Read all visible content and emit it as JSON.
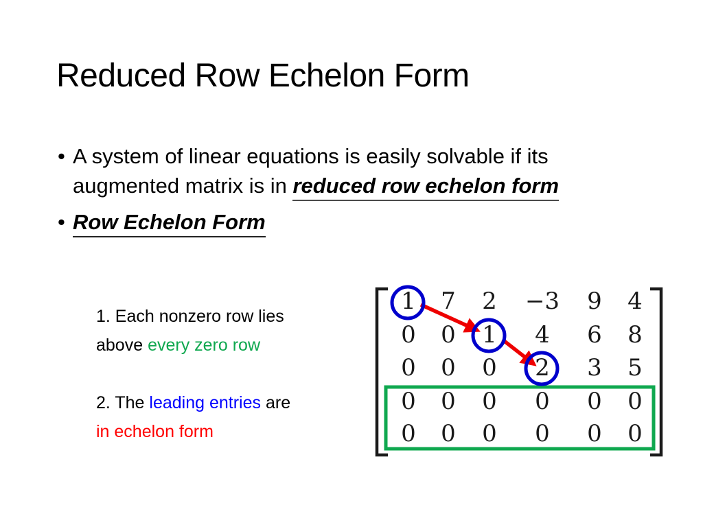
{
  "slide": {
    "title": "Reduced Row Echelon Form",
    "background_color": "#FFFFFF"
  },
  "bullets": [
    {
      "marker": "•",
      "text_plain": "A system of linear equations is easily solvable if its",
      "text_line2_plain": "augmented matrix is in ",
      "emphasis": "reduced row echelon form"
    },
    {
      "marker": "•",
      "emphasis": "Row Echelon Form"
    }
  ],
  "rules": [
    {
      "number": "1.",
      "part_a": " Each nonzero row lies",
      "part_b": "above ",
      "highlight": "every zero row",
      "highlight_color": "#0FA84F"
    },
    {
      "number": "2.",
      "part_a": " The ",
      "highlight": "leading entries",
      "highlight_color": "#0000FF",
      "part_b": " are",
      "part_c": "in echelon form",
      "part_c_color": "#FF0000"
    }
  ],
  "matrix": {
    "rows": 5,
    "cols": 6,
    "values": [
      [
        "1",
        "7",
        "2",
        "−3",
        "9",
        "4"
      ],
      [
        "0",
        "0",
        "1",
        "4",
        "6",
        "8"
      ],
      [
        "0",
        "0",
        "0",
        "2",
        "3",
        "5"
      ],
      [
        "0",
        "0",
        "0",
        "0",
        "0",
        "0"
      ],
      [
        "0",
        "0",
        "0",
        "0",
        "0",
        "0"
      ]
    ],
    "bracket_color": "#1a1a1a",
    "circled_entries": [
      {
        "row": 0,
        "col": 0,
        "value": "1"
      },
      {
        "row": 1,
        "col": 2,
        "value": "1"
      },
      {
        "row": 2,
        "col": 3,
        "value": "2"
      }
    ],
    "circle_color": "#0000CC",
    "arrow_color": "#EE0000",
    "arrows": [
      {
        "from_row": 0,
        "from_col": 0,
        "to_row": 1,
        "to_col": 2
      },
      {
        "from_row": 1,
        "from_col": 2,
        "to_row": 2,
        "to_col": 3
      }
    ],
    "zero_rows_box": {
      "rows": [
        3,
        4
      ],
      "color": "#0FA84F"
    }
  }
}
